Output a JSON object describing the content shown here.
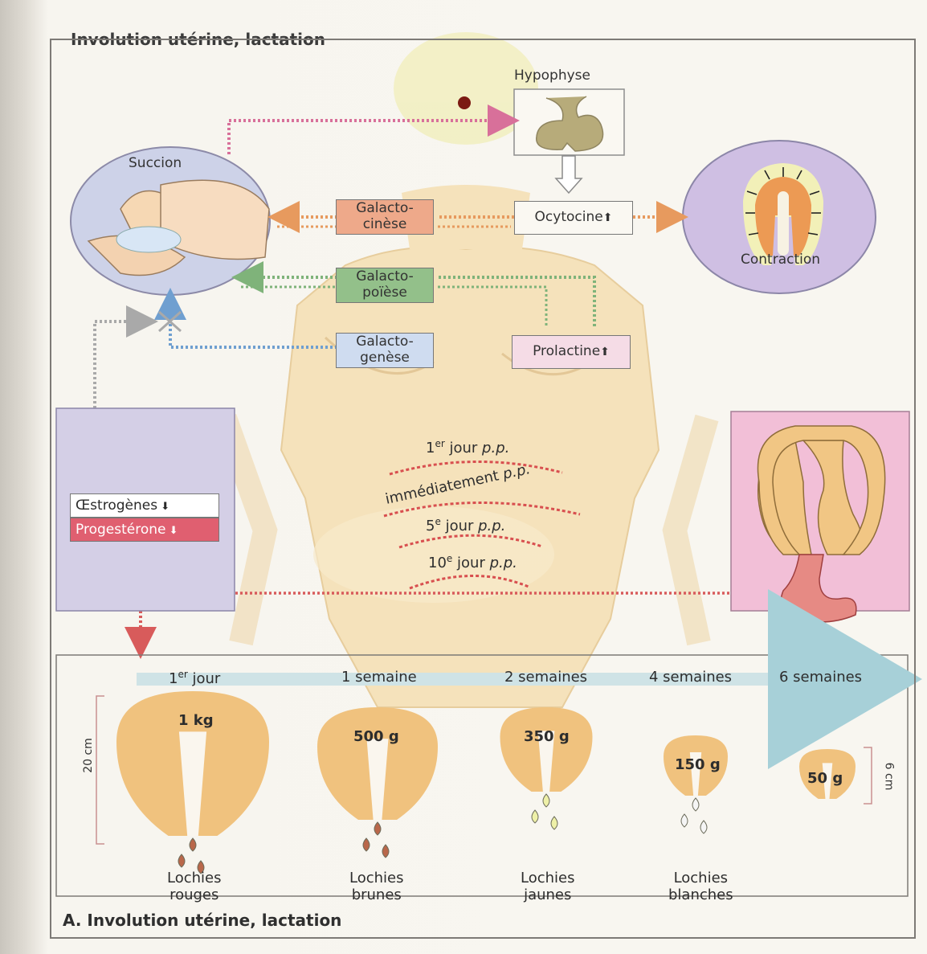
{
  "header": {
    "title": "Involution utérine, lactation"
  },
  "footer": {
    "caption": "A. Involution utérine, lactation"
  },
  "labels": {
    "hypophyse": "Hypophyse",
    "succion": "Succion",
    "contraction": "Contraction",
    "ocytocine": "Ocytocine",
    "prolactine": "Prolactine"
  },
  "processes": {
    "galactocinese": [
      "Galacto-",
      "cinèse"
    ],
    "galactopoiese": [
      "Galacto-",
      "poïèse"
    ],
    "galactogenese": [
      "Galacto-",
      "genèse"
    ]
  },
  "hormones": {
    "oestrogenes": "Œstrogènes",
    "progesterone": "Progestérone"
  },
  "postpartum_lines": [
    {
      "sup": "er",
      "prefix": "1",
      "text": " jour ",
      "italic": "p.p."
    },
    {
      "sup": "",
      "prefix": "",
      "text": "immédiatement ",
      "italic": "p.p."
    },
    {
      "sup": "e",
      "prefix": "5",
      "text": " jour ",
      "italic": "p.p."
    },
    {
      "sup": "e",
      "prefix": "10",
      "text": " jour ",
      "italic": "p.p."
    }
  ],
  "timeline": [
    {
      "label_prefix": "1",
      "label_sup": "er",
      "label": " jour",
      "mass": "1 kg",
      "lochies": [
        "Lochies",
        "rouges"
      ]
    },
    {
      "label_prefix": "",
      "label_sup": "",
      "label": "1 semaine",
      "mass": "500 g",
      "lochies": [
        "Lochies",
        "brunes"
      ]
    },
    {
      "label_prefix": "",
      "label_sup": "",
      "label": "2 semaines",
      "mass": "350 g",
      "lochies": [
        "Lochies",
        "jaunes"
      ]
    },
    {
      "label_prefix": "",
      "label_sup": "",
      "label": "4 semaines",
      "mass": "150 g",
      "lochies": [
        "Lochies",
        "blanches"
      ]
    },
    {
      "label_prefix": "",
      "label_sup": "",
      "label": "6 semaines",
      "mass": "50 g",
      "lochies": []
    }
  ],
  "scales": {
    "large": "20 cm",
    "small": "6 cm"
  },
  "colors": {
    "orange_arrow": "#e79a5e",
    "green_arrow": "#7fb37a",
    "blue_arrow": "#6f9fd0",
    "red_arrow": "#d85b5b",
    "pink_arrow": "#d8709a",
    "uterus": "#f0c27e",
    "lochies_red": "#b9674a",
    "lochies_yellow": "#eef0a8",
    "lochies_white": "#f5f5f5"
  }
}
